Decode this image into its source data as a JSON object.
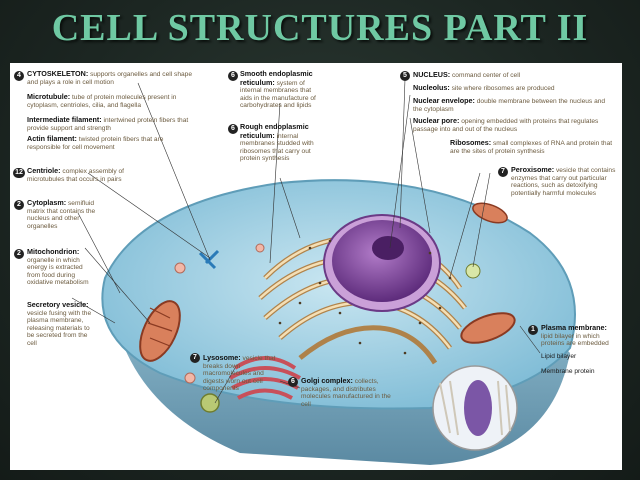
{
  "title": "CELL STRUCTURES  PART II",
  "labels": {
    "cytoskeleton": {
      "num": "4",
      "name": "CYTOSKELETON:",
      "desc": "supports organelles and cell shape and plays a role in cell motion"
    },
    "microtubule": {
      "name": "Microtubule:",
      "desc": "tube of protein molecules present in cytoplasm, centrioles, cilia, and flagella"
    },
    "intermediate_filament": {
      "name": "Intermediate filament:",
      "desc": "intertwined protein fibers that provide support and strength"
    },
    "actin_filament": {
      "name": "Actin filament:",
      "desc": "twisted protein fibers that are responsible for cell movement"
    },
    "centriole": {
      "num": "12",
      "name": "Centriole:",
      "desc": "complex assembly of microtubules that occurs in pairs"
    },
    "cytoplasm": {
      "num": "2",
      "name": "Cytoplasm:",
      "desc": "semifluid matrix that contains the nucleus and other organelles"
    },
    "mitochondrion": {
      "num": "2",
      "name": "Mitochondrion:",
      "desc": "organelle in which energy is extracted from food during oxidative metabolism"
    },
    "secretory_vesicle": {
      "name": "Secretory vesicle:",
      "desc": "vesicle fusing with the plasma membrane, releasing materials to be secreted from the cell"
    },
    "smooth_er": {
      "num": "6",
      "name": "Smooth endoplasmic reticulum:",
      "desc": "system of internal membranes that aids in the manufacture of carbohydrates and lipids"
    },
    "rough_er": {
      "num": "6",
      "name": "Rough endoplasmic reticulum:",
      "desc": "internal membranes studded with ribosomes that carry out protein synthesis"
    },
    "nucleus": {
      "num": "5",
      "name": "NUCLEUS:",
      "desc": "command center of cell"
    },
    "nucleolus": {
      "name": "Nucleolus:",
      "desc": "site where ribosomes are produced"
    },
    "nuclear_envelope": {
      "name": "Nuclear envelope:",
      "desc": "double membrane between the nucleus and the cytoplasm"
    },
    "nuclear_pore": {
      "name": "Nuclear pore:",
      "desc": "opening embedded with proteins that regulates passage into and out of the nucleus"
    },
    "ribosomes": {
      "name": "Ribosomes:",
      "desc": "small complexes of RNA and protein that are the sites of protein synthesis"
    },
    "peroxisome": {
      "num": "7",
      "name": "Peroxisome:",
      "desc": "vesicle that contains enzymes that carry out particular reactions, such as detoxifying potentially harmful molecules"
    },
    "plasma_membrane": {
      "num": "1",
      "name": "Plasma membrane:",
      "desc": "lipid bilayer in which proteins are embedded"
    },
    "lipid_bilayer": {
      "name": "Lipid bilayer"
    },
    "membrane_protein": {
      "name": "Membrane protein"
    },
    "lysosome": {
      "num": "7",
      "name": "Lysosome:",
      "desc": "vesicle that breaks down macromolecules and digests worn out cell components"
    },
    "golgi": {
      "num": "6",
      "name": "Golgi complex:",
      "desc": "collects, packages, and distributes molecules manufactured in the cell"
    }
  },
  "colors": {
    "title": "#6fc9a3",
    "cytoplasm": "#9fd0e4",
    "nucleus": "#8a4fa6",
    "mitochondrion": "#b8553a",
    "er": "#e9c99a",
    "number_badge": "#222222"
  }
}
